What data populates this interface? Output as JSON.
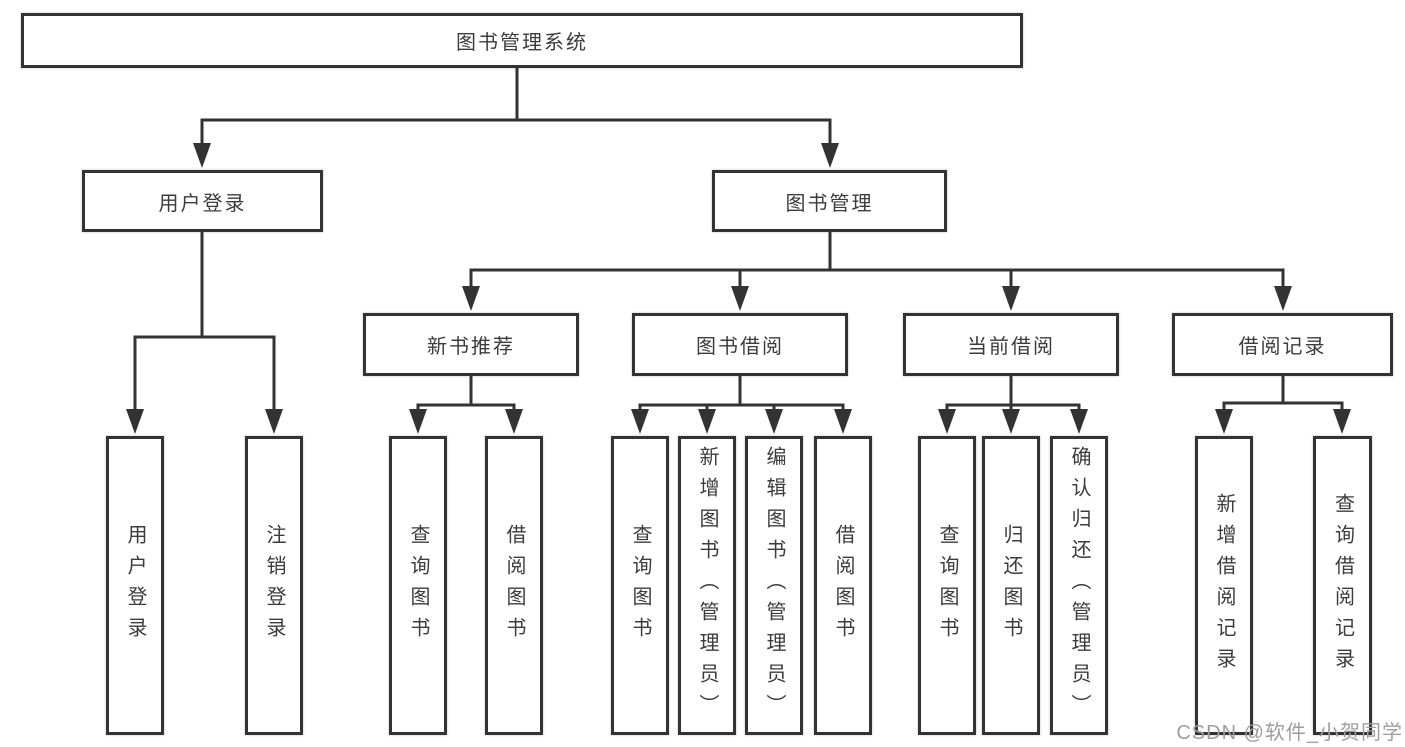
{
  "diagram": {
    "root": {
      "label": "图书管理系统"
    },
    "branches": [
      {
        "label": "用户登录",
        "children": [
          {
            "label": "用户登录"
          },
          {
            "label": "注销登录"
          }
        ]
      },
      {
        "label": "图书管理",
        "children": [
          {
            "label": "新书推荐",
            "children": [
              {
                "label": "查询图书"
              },
              {
                "label": "借阅图书"
              }
            ]
          },
          {
            "label": "图书借阅",
            "children": [
              {
                "label": "查询图书"
              },
              {
                "label": "新增图书（管理员）"
              },
              {
                "label": "编辑图书（管理员）"
              },
              {
                "label": "借阅图书"
              }
            ]
          },
          {
            "label": "当前借阅",
            "children": [
              {
                "label": "查询图书"
              },
              {
                "label": "归还图书"
              },
              {
                "label": "确认归还（管理员）"
              }
            ]
          },
          {
            "label": "借阅记录",
            "children": [
              {
                "label": "新增借阅记录"
              },
              {
                "label": "查询借阅记录"
              }
            ]
          }
        ]
      }
    ]
  },
  "watermark": {
    "text": "CSDN @软件_小贺同学"
  },
  "colors": {
    "line": "#333333",
    "box_border": "#333333",
    "box_fill": "#ffffff",
    "text": "#3c3c3c",
    "watermark": "#9e9e9e"
  }
}
